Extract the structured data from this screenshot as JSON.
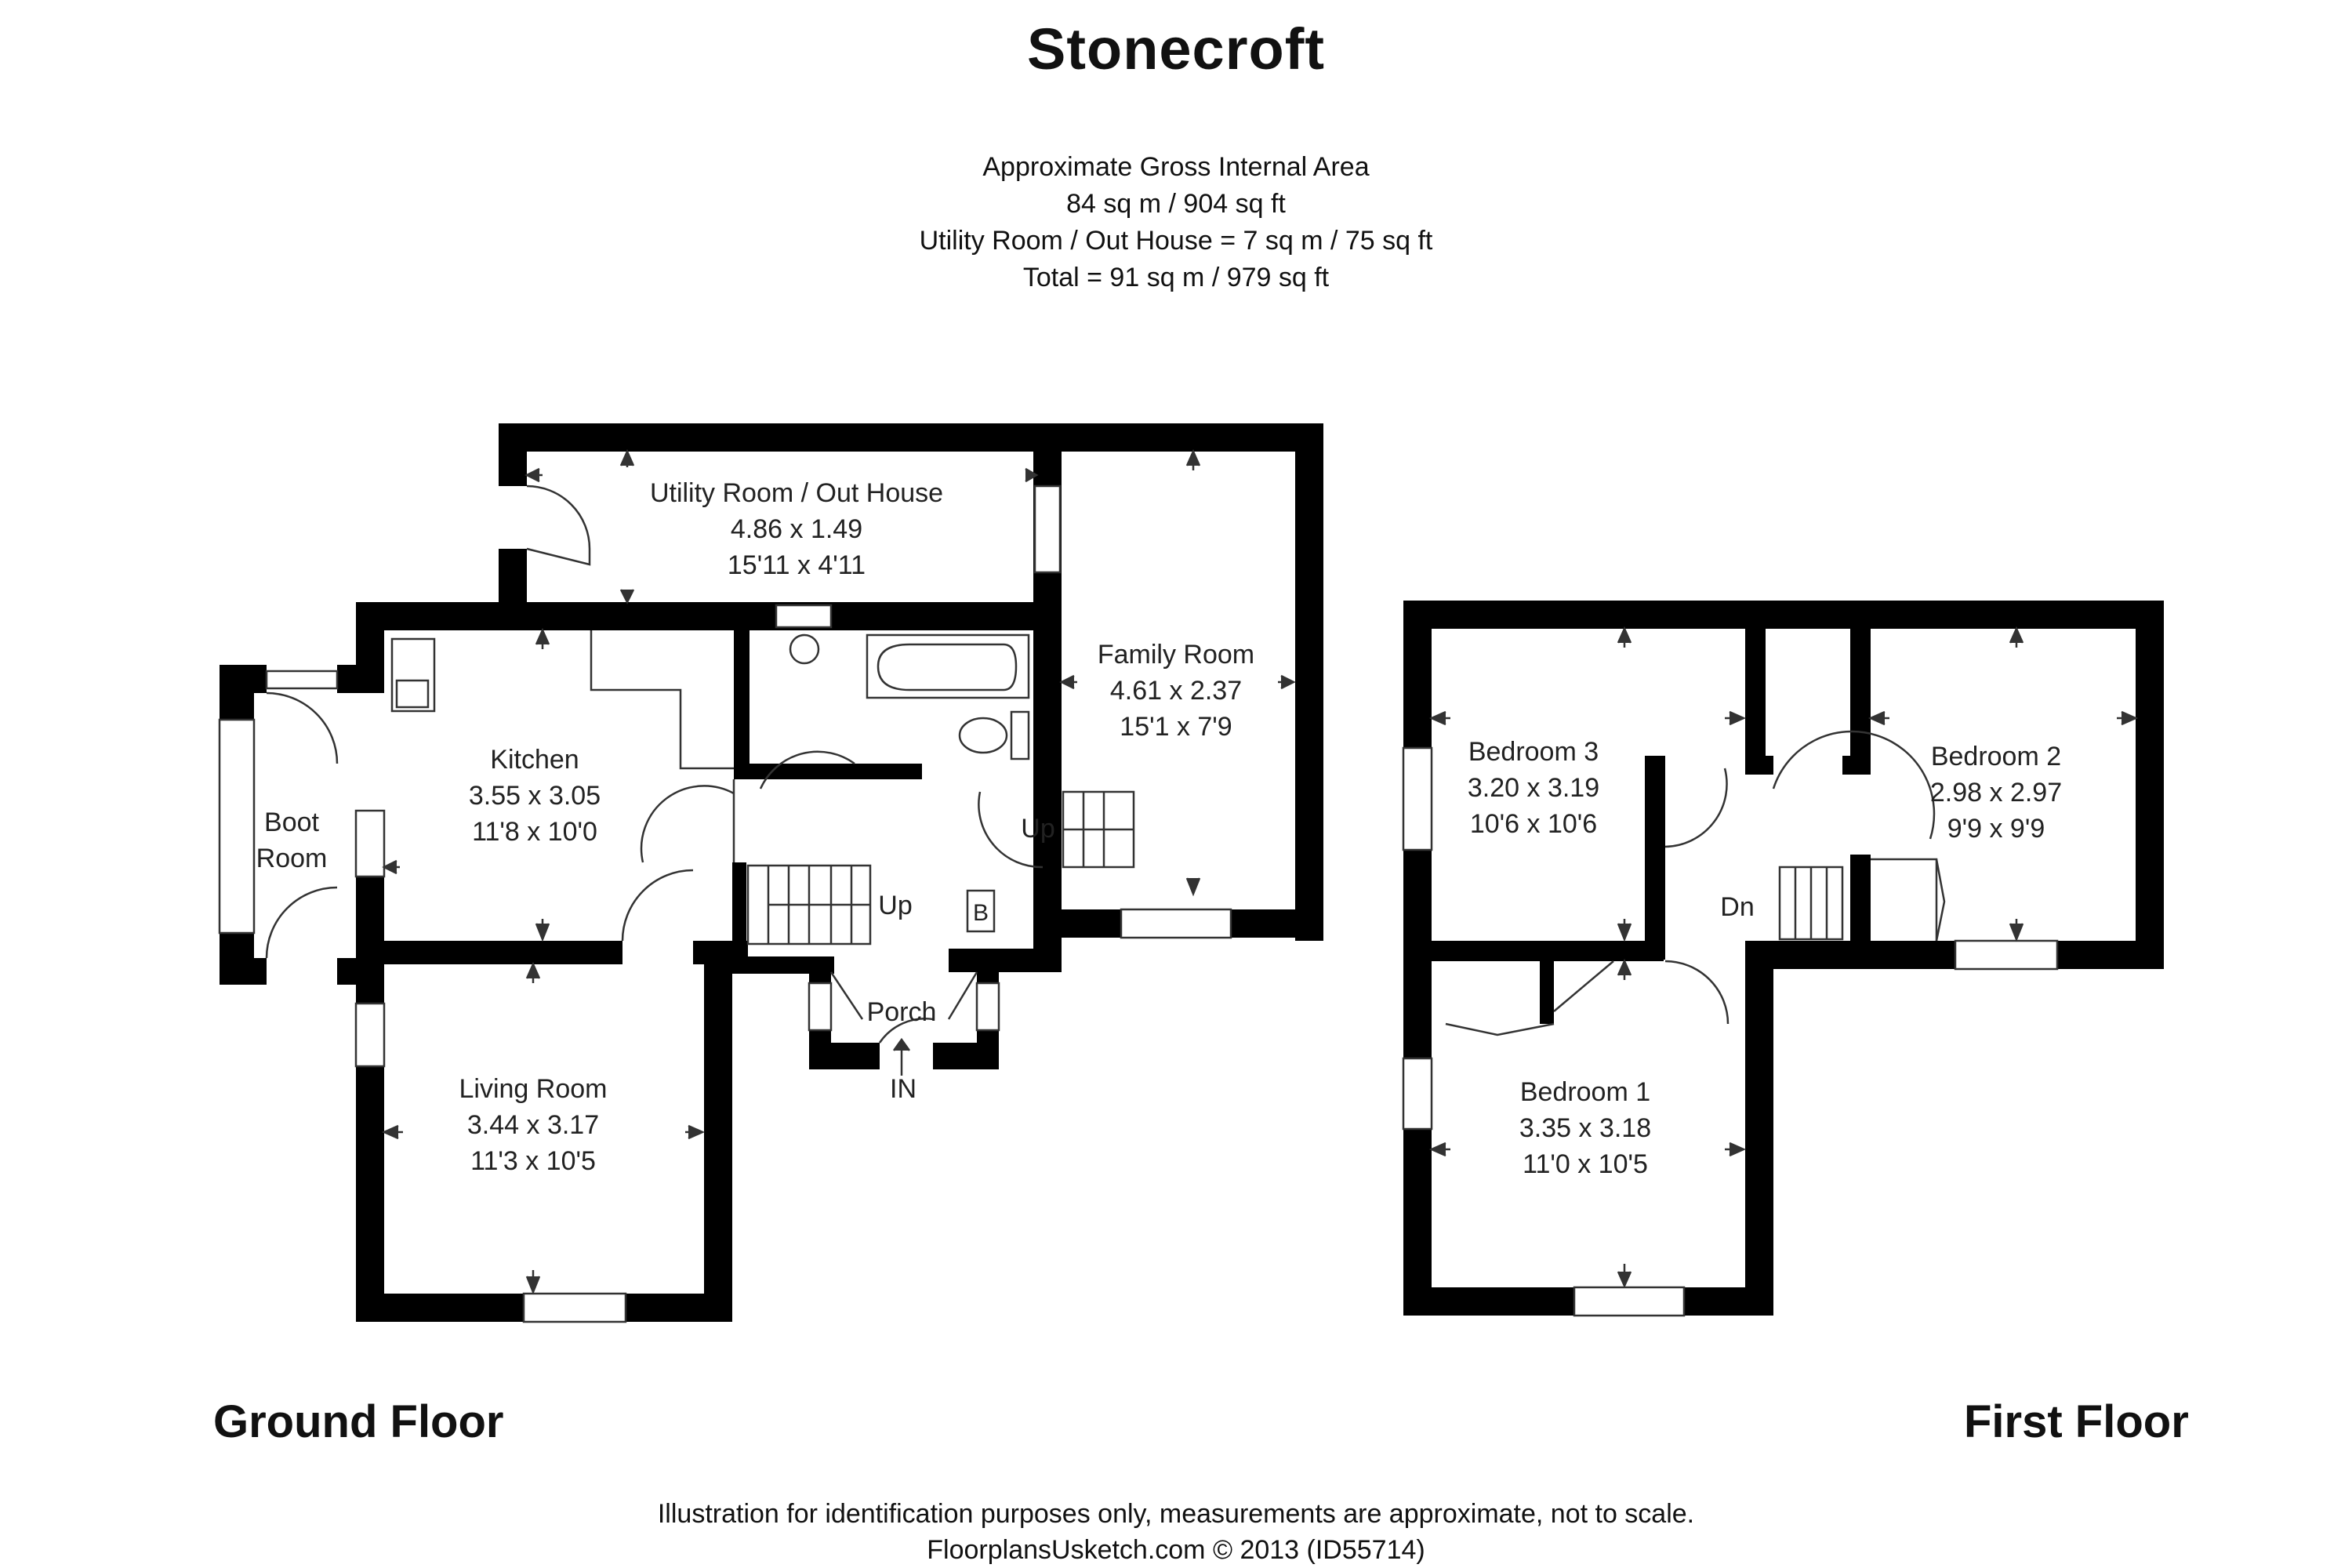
{
  "title": "Stonecroft",
  "area": {
    "line1": "Approximate Gross Internal Area",
    "line2": "84 sq m / 904 sq ft",
    "line3": "Utility Room / Out House = 7 sq m / 75 sq ft",
    "line4": "Total = 91 sq m / 979 sq ft"
  },
  "floors": {
    "ground": "Ground Floor",
    "first": "First Floor"
  },
  "rooms": {
    "utility": {
      "name": "Utility Room / Out House",
      "metric": "4.86 x 1.49",
      "imperial": "15'11 x 4'11"
    },
    "family": {
      "name": "Family Room",
      "metric": "4.61 x 2.37",
      "imperial": "15'1 x 7'9"
    },
    "kitchen": {
      "name": "Kitchen",
      "metric": "3.55 x 3.05",
      "imperial": "11'8 x 10'0"
    },
    "boot": {
      "name_line1": "Boot",
      "name_line2": "Room"
    },
    "living": {
      "name": "Living Room",
      "metric": "3.44 x 3.17",
      "imperial": "11'3 x 10'5"
    },
    "bedroom3": {
      "name": "Bedroom 3",
      "metric": "3.20 x 3.19",
      "imperial": "10'6 x 10'6"
    },
    "bedroom2": {
      "name": "Bedroom 2",
      "metric": "2.98 x 2.97",
      "imperial": "9'9 x 9'9"
    },
    "bedroom1": {
      "name": "Bedroom 1",
      "metric": "3.35 x 3.18",
      "imperial": "11'0 x 10'5"
    }
  },
  "labels": {
    "porch": "Porch",
    "entrance": "IN",
    "stairs_up_1": "Up",
    "stairs_up_2": "Up",
    "stairs_down": "Dn",
    "boiler": "B"
  },
  "footer": {
    "line1": "Illustration for identification purposes only, measurements are approximate, not to scale.",
    "line2": "FloorplansUsketch.com © 2013 (ID55714)"
  }
}
